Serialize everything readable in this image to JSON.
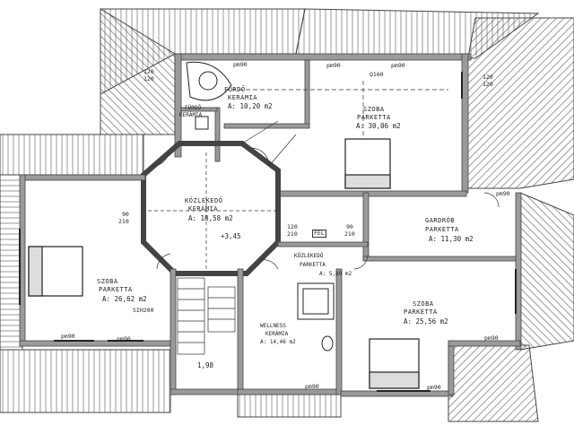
{
  "rooms": {
    "furdo": {
      "name": "FÜRDŐ",
      "floor": "KERÁMIA",
      "area": "A: 10,20 m2"
    },
    "furdo_small": {
      "name": "FÜRDŐ",
      "floor": "KERÁMIA"
    },
    "szoba_ne": {
      "name": "SZOBA",
      "floor": "PARKETTA",
      "area": "A: 30,06 m2"
    },
    "kozlekedo_main": {
      "name": "KÖZLEKEDŐ",
      "floor": "KERÁMIA",
      "area": "A: 18,58 m2"
    },
    "level": "+3,45",
    "szoba_w": {
      "name": "SZOBA",
      "floor": "PARKETTA",
      "area": "A: 26,62 m2"
    },
    "gardrob": {
      "name": "GARDRÓB",
      "floor": "PARKETTA",
      "area": "A: 11,30 m2"
    },
    "kozlekedo_small": {
      "name": "KÖZLEKEDŐ",
      "floor": "PARKETTA",
      "area": "A: 5,89 m2"
    },
    "wellness": {
      "name": "WELLNESS",
      "floor": "KERÁMIA",
      "area": "A: 14,46 m2"
    },
    "szoba_se": {
      "name": "SZOBA",
      "floor": "PARKETTA",
      "area": "A: 25,56 m2"
    },
    "stair_area": "1,98"
  },
  "annotations": {
    "pm90": "pm90",
    "q160": "Q160",
    "dim_120": "120",
    "dim_210": "210",
    "dim_90": "90",
    "fel": "FEL",
    "sih200": "SIH200"
  },
  "colors": {
    "wall": "#555555",
    "wall_fill": "#9a9a9a",
    "line": "#333333",
    "roof": "#444444"
  }
}
